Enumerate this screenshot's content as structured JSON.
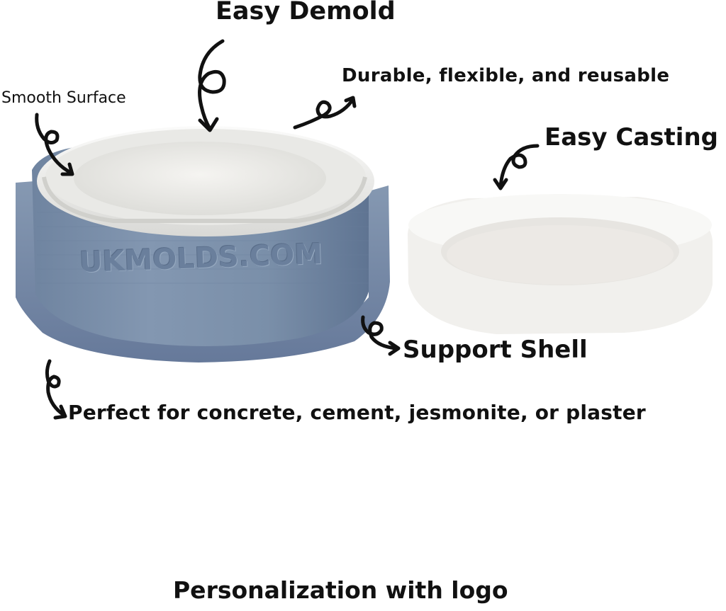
{
  "labels": {
    "easy_demold": "Easy Demold",
    "durable": "Durable, flexible, and reusable",
    "smooth_surface": "Smooth Surface",
    "easy_casting": "Easy Casting",
    "support_shell": "Support Shell",
    "perfect_for": "Perfect for concrete, cement, jesmonite, or plaster",
    "personalization": "Personalization with logo"
  },
  "shell_embossed_text": "UKMOLDS.COM",
  "colors": {
    "background": "#ffffff",
    "text": "#111111",
    "shell_blue": "#7f93ad",
    "silicone_white": "#f2f2f0"
  },
  "icons": [
    "curly-arrow-icon"
  ]
}
